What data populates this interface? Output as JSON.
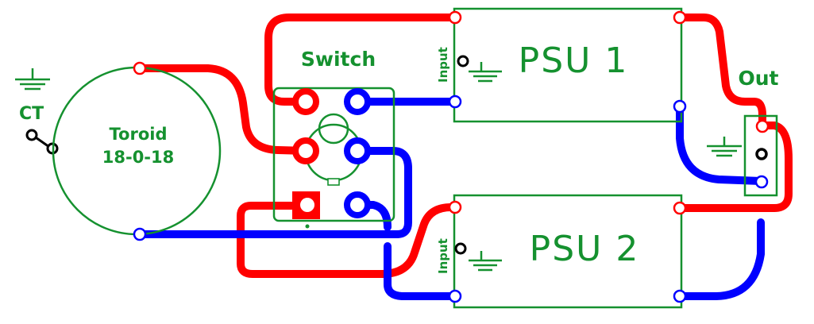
{
  "title": "",
  "components": {
    "ground_symbol_label": "CT",
    "toroid": {
      "name": "Toroid",
      "rating": "18-0-18"
    },
    "switch": {
      "label": "Switch"
    },
    "psu1": {
      "title": "PSU 1",
      "input_label": "Input"
    },
    "psu2": {
      "title": "PSU 2",
      "input_label": "Input"
    },
    "output": {
      "label": "Out"
    }
  },
  "colors": {
    "component_outline": "#15912f",
    "trace_positive": "#ff0000",
    "trace_negative": "#0000ff",
    "ground": "#15912f"
  }
}
